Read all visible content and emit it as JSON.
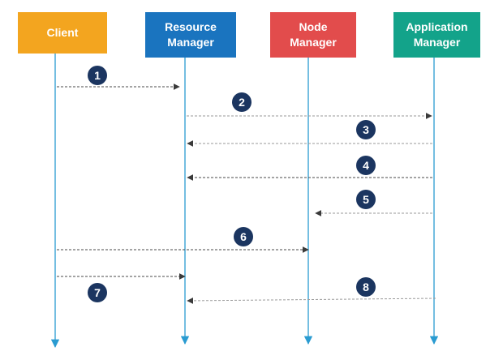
{
  "colors": {
    "client": "#f3a51f",
    "resource_manager": "#1a74bf",
    "node_manager": "#e24c4c",
    "application_manager": "#13a38a",
    "lifeline": "#2a9bd1",
    "arrow": "#4a4a4a",
    "arrow_light": "#9a9a9a",
    "badge": "#1b3560"
  },
  "actors": {
    "client": {
      "label": "Client"
    },
    "resource_manager": {
      "line1": "Resource",
      "line2": "Manager"
    },
    "node_manager": {
      "line1": "Node",
      "line2": "Manager"
    },
    "application_manager": {
      "line1": "Application",
      "line2": "Manager"
    }
  },
  "steps": [
    {
      "number": "1",
      "from": "client",
      "to": "resource_manager",
      "style": "dark"
    },
    {
      "number": "2",
      "from": "resource_manager",
      "to": "application_manager",
      "style": "light"
    },
    {
      "number": "3",
      "from": "application_manager",
      "to": "resource_manager",
      "style": "light"
    },
    {
      "number": "4",
      "from": "application_manager",
      "to": "resource_manager",
      "style": "dark"
    },
    {
      "number": "5",
      "from": "application_manager",
      "to": "node_manager",
      "style": "light"
    },
    {
      "number": "6",
      "from": "client",
      "to": "node_manager",
      "style": "dark"
    },
    {
      "number": "",
      "from": "client",
      "to": "resource_manager",
      "style": "dark"
    },
    {
      "number": "7",
      "from": "",
      "to": "",
      "style": ""
    },
    {
      "number": "8",
      "from": "application_manager",
      "to": "resource_manager",
      "style": "light"
    }
  ]
}
